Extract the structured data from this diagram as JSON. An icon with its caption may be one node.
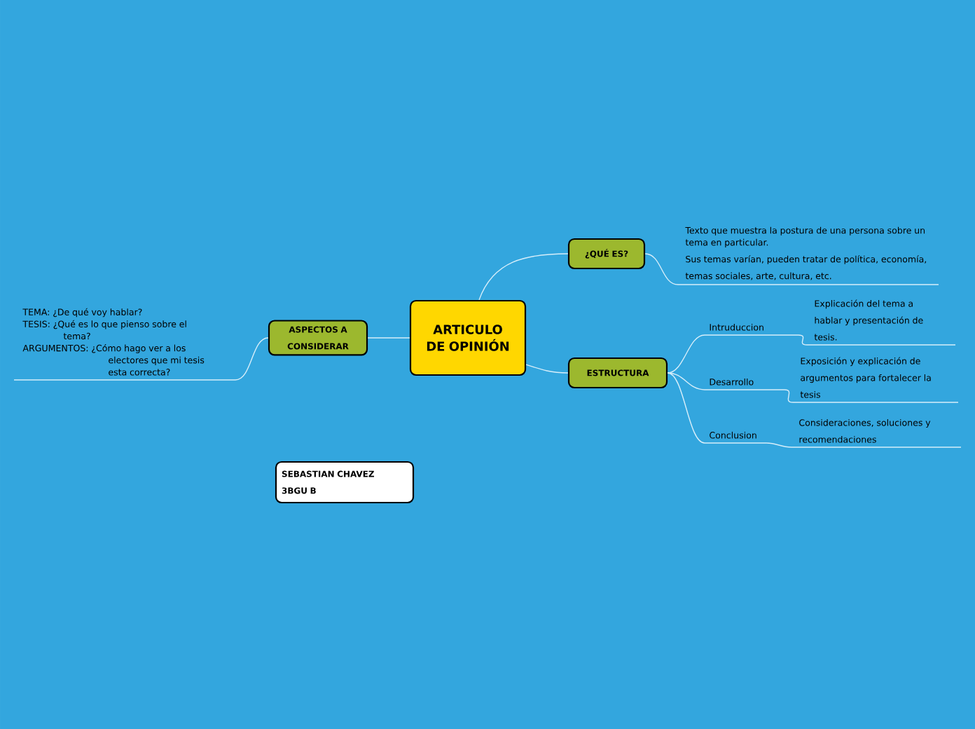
{
  "diagram": {
    "nodes": [
      {
        "text": [
          "ARTICULO DE OPINIÓN"
        ]
      },
      {
        "text": [
          "¿QUÉ ES?"
        ]
      },
      {
        "text": [
          "Texto que muestra la postura de una persona sobre un tema en particular.",
          "Sus temas varían, pueden tratar de política, economía, temas sociales, arte, cultura, etc."
        ]
      },
      {
        "text": [
          "ESTRUCTURA"
        ]
      },
      {
        "text": [
          "Intruduccion"
        ]
      },
      {
        "text": [
          "Explicación del tema a hablar y presentación de tesis."
        ]
      },
      {
        "text": [
          "Desarrollo"
        ]
      },
      {
        "text": [
          "Exposición y explicación de argumentos para fortalecer la tesis"
        ]
      },
      {
        "text": [
          "Conclusion"
        ]
      },
      {
        "text": [
          "Consideraciones, soluciones y recomendaciones"
        ]
      },
      {
        "text": [
          "ASPECTOS A CONSIDERAR"
        ]
      },
      {
        "text": [
          "TEMA: ¿De qué voy hablar?",
          "TESIS: ¿Qué es lo que pienso sobre el tema?",
          "ARGUMENTOS: ¿Cómo hago ver a los electores que mi tesis esta correcta?"
        ]
      },
      {
        "text": [
          "SEBASTIAN CHAVEZ",
          "3BGU B"
        ]
      }
    ],
    "edges": [
      {
        "from": 0,
        "to": 1,
        "arrow": "none"
      },
      {
        "from": 1,
        "to": 2,
        "arrow": "none"
      },
      {
        "from": 0,
        "to": 3,
        "arrow": "none"
      },
      {
        "from": 3,
        "to": 4,
        "arrow": "none"
      },
      {
        "from": 4,
        "to": 5,
        "arrow": "none"
      },
      {
        "from": 3,
        "to": 6,
        "arrow": "none"
      },
      {
        "from": 6,
        "to": 7,
        "arrow": "none"
      },
      {
        "from": 3,
        "to": 8,
        "arrow": "none"
      },
      {
        "from": 8,
        "to": 9,
        "arrow": "none"
      },
      {
        "from": 0,
        "to": 10,
        "arrow": "none"
      },
      {
        "from": 10,
        "to": 11,
        "arrow": "none"
      }
    ]
  }
}
